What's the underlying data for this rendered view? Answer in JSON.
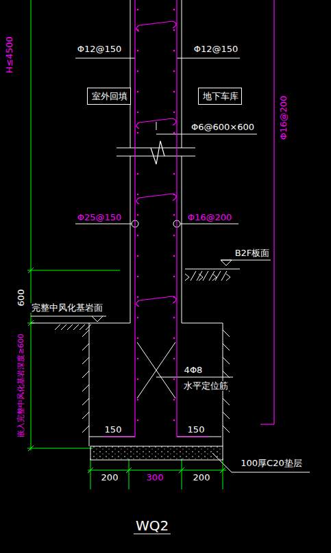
{
  "diagram": {
    "title": "WQ2",
    "nodes": [
      {
        "text": [
          "室外回填"
        ]
      },
      {
        "text": [
          "地下车库"
        ]
      }
    ],
    "labels": [
      "H≤4500",
      "Φ12@150",
      "Φ12@150",
      "Φ6@600×600",
      "Φ16@200",
      "Φ25@150",
      "Φ16@200",
      "B2F板面",
      "600",
      "完整中风化基岩面",
      "嵌入完整中风化基岩深度≥600",
      "4Φ8",
      "水平定位筋",
      "150",
      "150",
      "200",
      "300",
      "200",
      "100厚C20垫层"
    ]
  }
}
